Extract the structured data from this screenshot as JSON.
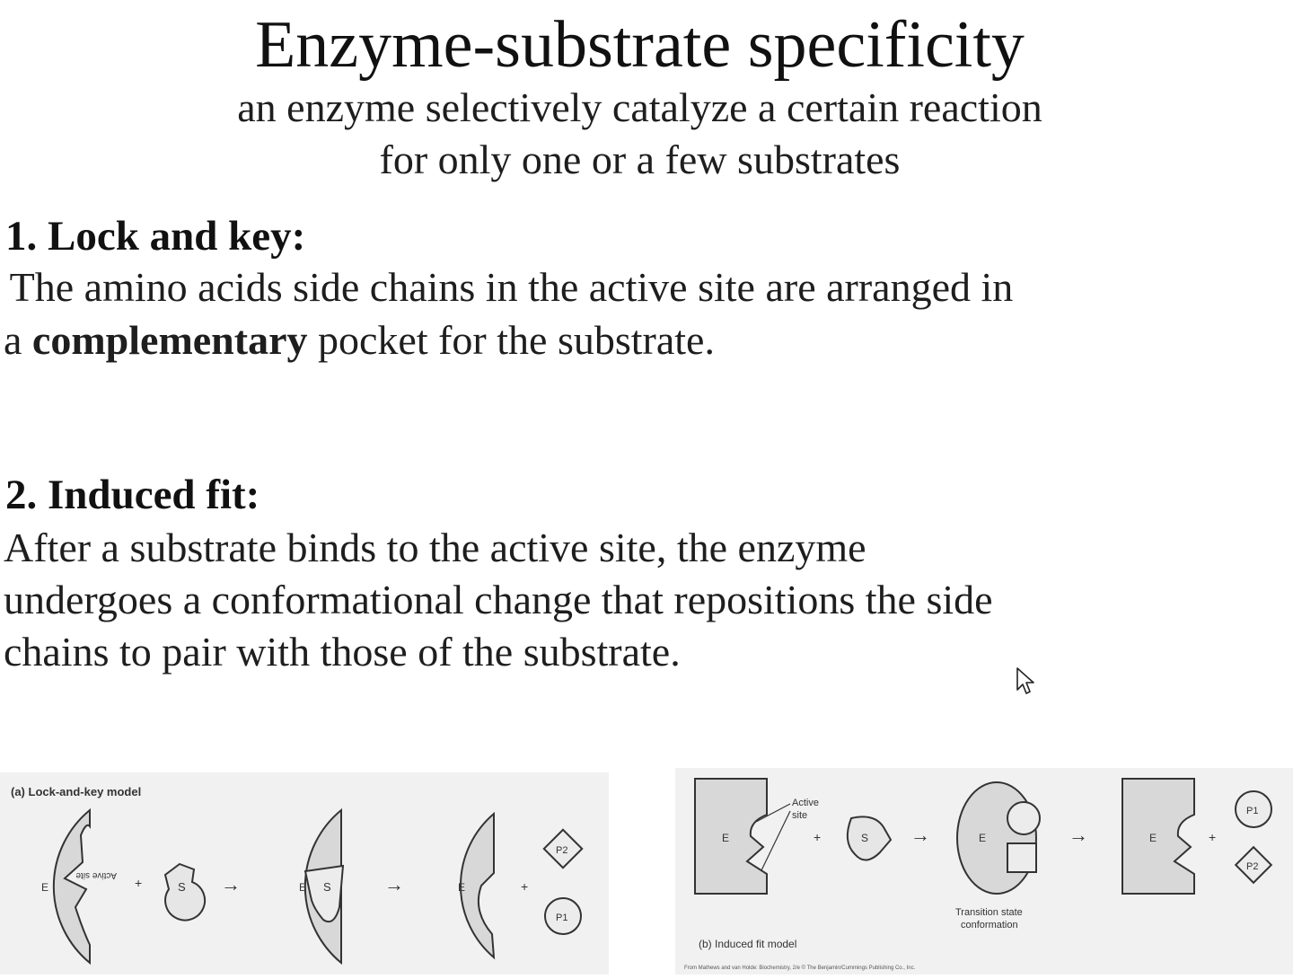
{
  "slide": {
    "title": "Enzyme-substrate specificity",
    "subtitle_line1": "an enzyme selectively catalyze a certain reaction",
    "subtitle_line2": "for only one or a few substrates"
  },
  "section1": {
    "heading": "1. Lock and key:",
    "line1": " The amino acids side chains in the active site are arranged in",
    "line2_prefix": "a ",
    "line2_bold": "complementary",
    "line2_suffix": " pocket for the substrate."
  },
  "section2": {
    "heading": "2. Induced fit:",
    "line1": "After a substrate binds to the active site, the enzyme",
    "line2": "undergoes a conformational change that repositions the side",
    "line3": "chains to pair with those of the substrate."
  },
  "figure_a": {
    "caption": "(a) Lock-and-key model",
    "enzyme": "E",
    "substrate": "S",
    "active_site": "Active site",
    "product1": "P1",
    "product2": "P2",
    "plus": "+",
    "arrow": "→"
  },
  "figure_b": {
    "caption": "(b) Induced fit model",
    "enzyme": "E",
    "substrate": "S",
    "active_site_line1": "Active",
    "active_site_line2": "site",
    "transition_line1": "Transition state",
    "transition_line2": "conformation",
    "product1": "P1",
    "product2": "P2",
    "plus": "+",
    "arrow": "→",
    "credit": "From Mathews and van Holde: Biochemistry, 2/e © The Benjamin/Cummings Publishing Co., Inc."
  },
  "icons": [
    "mouse-pointer-icon"
  ],
  "colors": {
    "shape_fill": "#d8d8d8",
    "outline": "#333333",
    "panel": "#f1f1f1"
  }
}
